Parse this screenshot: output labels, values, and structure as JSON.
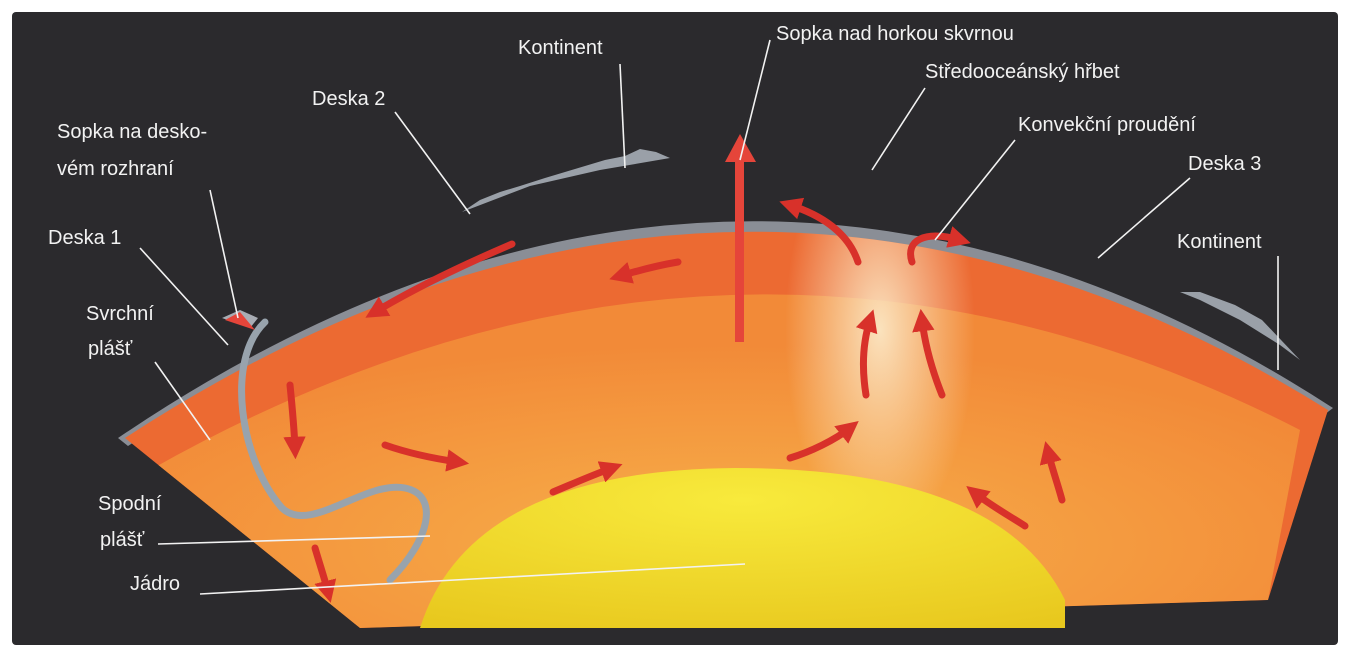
{
  "labels": {
    "volcano_boundary_1": "Sopka na desko-",
    "volcano_boundary_2": "vém rozhraní",
    "plate_1": "Deska 1",
    "upper_mantle_1": "Svrchní",
    "upper_mantle_2": "plášť",
    "lower_mantle_1": "Spodní",
    "lower_mantle_2": "plášť",
    "core": "Jádro",
    "plate_2": "Deska 2",
    "continent_left": "Kontinent",
    "hotspot_volcano": "Sopka nad horkou skvrnou",
    "mid_ocean_ridge": "Středooceánský hřbet",
    "convection": "Konvekční proudění",
    "plate_3": "Deska 3",
    "continent_right": "Kontinent"
  },
  "colors": {
    "background": "#2b2a2d",
    "crust": "#8a8e96",
    "upper_mantle": "#ec6a32",
    "lower_mantle": "#f49a3e",
    "core": "#f4dc2c",
    "arrows": "#d8312a",
    "label_text": "#f2f2f2"
  }
}
